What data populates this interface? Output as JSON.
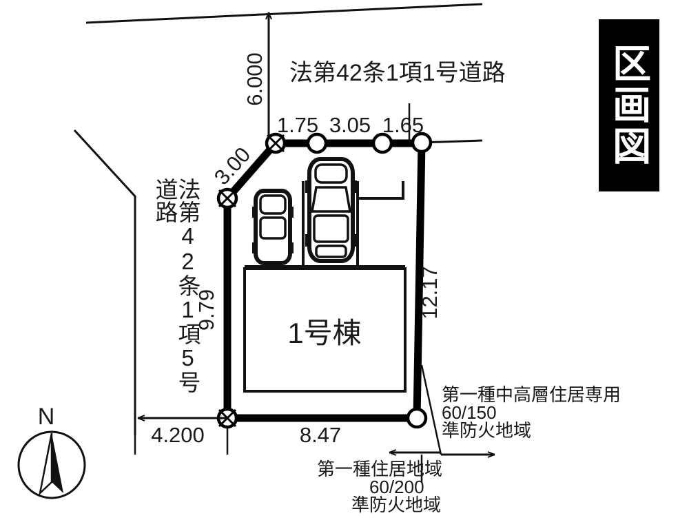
{
  "title": {
    "banner_label": "区画図"
  },
  "building": {
    "label": "1号棟"
  },
  "compass": {
    "label": "N",
    "icon": "north-arrow-icon"
  },
  "roads": {
    "north_road_label": "法第42条1項1号道路",
    "west_road_label": "法第42条1項5号道路"
  },
  "dimensions": {
    "road_width_north": "6.000",
    "corner_cut_northwest": "3.00",
    "top_segment_1": "1.75",
    "top_segment_2": "3.05",
    "top_segment_3": "1.65",
    "west_side": "9.79",
    "east_side": "12.17",
    "setback_west": "4.200",
    "south_side": "8.47"
  },
  "zoning": {
    "east": {
      "use_district": "第一種中高層住居専用",
      "ratio": "60/150",
      "fire_district": "準防火地域"
    },
    "south": {
      "use_district": "第一種住居地域",
      "ratio": "60/200",
      "fire_district": "準防火地域"
    }
  },
  "parking": {
    "car_small": "car-top-view-small-icon",
    "car_large": "car-top-view-large-icon"
  },
  "colors": {
    "ink": "#1a1a1a",
    "boundary": "#000000",
    "banner_bg": "#000000",
    "banner_fg": "#ffffff",
    "page_bg": "#ffffff"
  }
}
